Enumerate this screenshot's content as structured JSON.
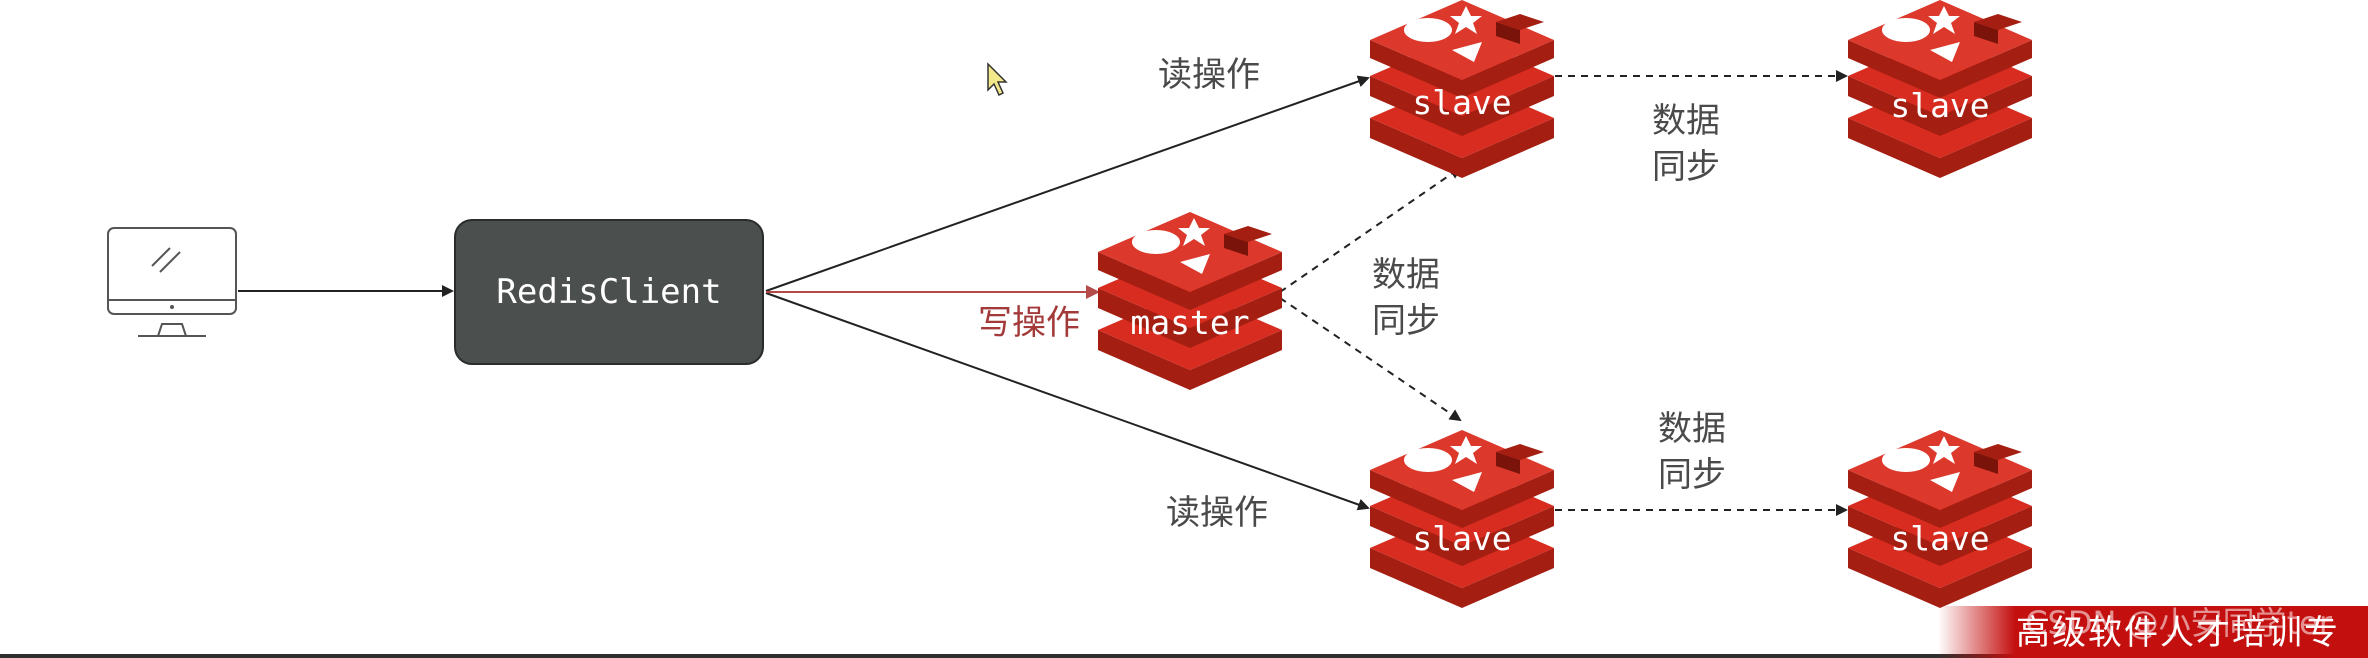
{
  "client": {
    "label": "RedisClient"
  },
  "master": {
    "label": "master"
  },
  "slaves": [
    {
      "label": "slave"
    },
    {
      "label": "slave"
    },
    {
      "label": "slave"
    },
    {
      "label": "slave"
    }
  ],
  "edges": {
    "read_top": "读操作",
    "read_bottom": "读操作",
    "write": "写操作",
    "sync_top": "数据\n同步",
    "sync_middle": "数据\n同步",
    "sync_bottom": "数据\n同步"
  },
  "footer": {
    "banner": "高级软件人才培训专",
    "watermark": "CSDN @小安同学ter"
  },
  "colors": {
    "redis_red": "#d82c20",
    "redis_dark": "#a41e11",
    "client_box": "#4b4f4e",
    "write_arrow": "#b44a4a",
    "edge": "#222222"
  }
}
